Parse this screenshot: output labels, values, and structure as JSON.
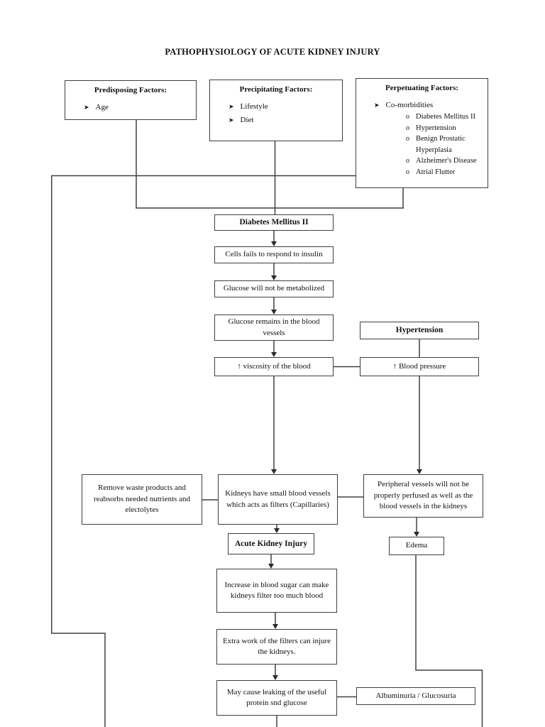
{
  "page": {
    "title": "PATHOPHYSIOLOGY OF ACUTE KIDNEY INJURY"
  },
  "bullets": {
    "arrow": "➤",
    "circle": "o"
  },
  "factors": [
    {
      "title": "Predisposing Factors:",
      "items": [
        "Age"
      ]
    },
    {
      "title": "Precipitating Factors:",
      "items": [
        "Lifestyle",
        "Diet"
      ]
    },
    {
      "title": "Perpetuating Factors:",
      "items": [
        "Co-morbidities"
      ],
      "subitems": [
        "Diabetes Mellitus II",
        "Hypertension",
        "Benign Prostatic Hyperplasia",
        "Alzheimer's Disease",
        "Atrial Flutter"
      ]
    }
  ],
  "flow": {
    "diabetes": "Diabetes Mellitus II",
    "cells": "Cells fails to respond to insulin",
    "glucose_metabolized": "Glucose will not be metabolized",
    "glucose_remains": "Glucose remains in the blood vessels",
    "viscosity": "↑ viscosity of the blood",
    "hypertension": "Hypertension",
    "blood_pressure": "↑ Blood pressure",
    "remove_waste": "Remove waste products and reabsorbs needed nutrients and electolytes",
    "kidneys": "Kidneys have small blood vessels which acts as filters (Capillaries)",
    "peripheral": "Peripheral vessels will not be properly perfused as well as the blood vessels in the kidneys",
    "edema": "Edema",
    "aki": "Acute Kidney Injury",
    "increase": "Increase in blood sugar can make kidneys filter too much blood",
    "extra_work": "Extra work of the filters can injure the kidneys.",
    "leaking": "May cause leaking of the useful protein snd glucose",
    "albuminuria": "Albuminuria / Glucosuria"
  },
  "colors": {
    "line": "#404040",
    "border": "#3f3f3f",
    "text": "#111111",
    "page_bg": "#ffffff"
  }
}
